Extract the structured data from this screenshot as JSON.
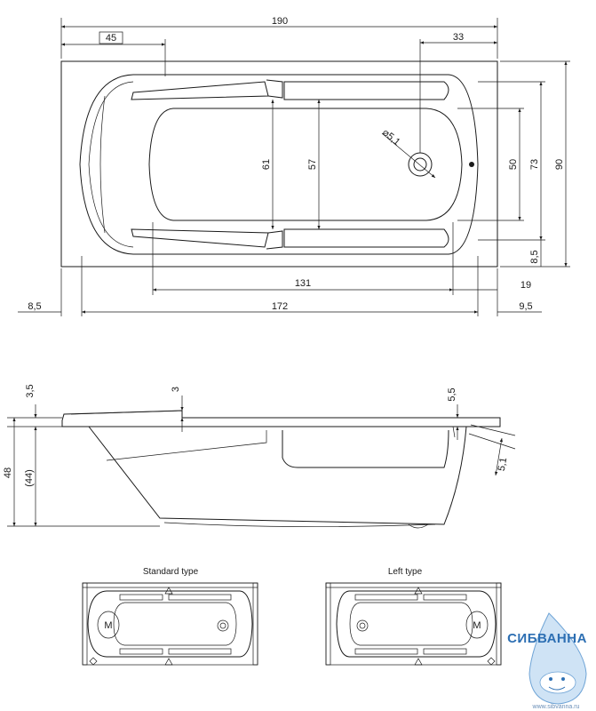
{
  "dimensions": {
    "top_view": {
      "overall_length": "190",
      "left_offset": "45",
      "drain_offset": "33",
      "inner_width_61": "61",
      "inner_width_57": "57",
      "drain_diameter": "⌀5,1",
      "width_50": "50",
      "width_73": "73",
      "overall_width": "90",
      "bottom_margin": "8,5",
      "inner_length": "131",
      "right_offset_19": "19",
      "left_margin": "8,5",
      "body_length": "172",
      "right_margin": "9,5"
    },
    "side_view": {
      "rim_height": "3,5",
      "rim_lip": "3",
      "right_rim": "5,5",
      "total_height": "48",
      "depth": "(44)",
      "overflow": "5,1"
    }
  },
  "layouts": {
    "standard": {
      "caption": "Standard type",
      "marker": "M"
    },
    "left": {
      "caption": "Left type",
      "marker": "M"
    }
  },
  "brand": {
    "name": "СИБВАННА",
    "url": "www.sibvanna.ru",
    "color": "#2d6fb3"
  }
}
